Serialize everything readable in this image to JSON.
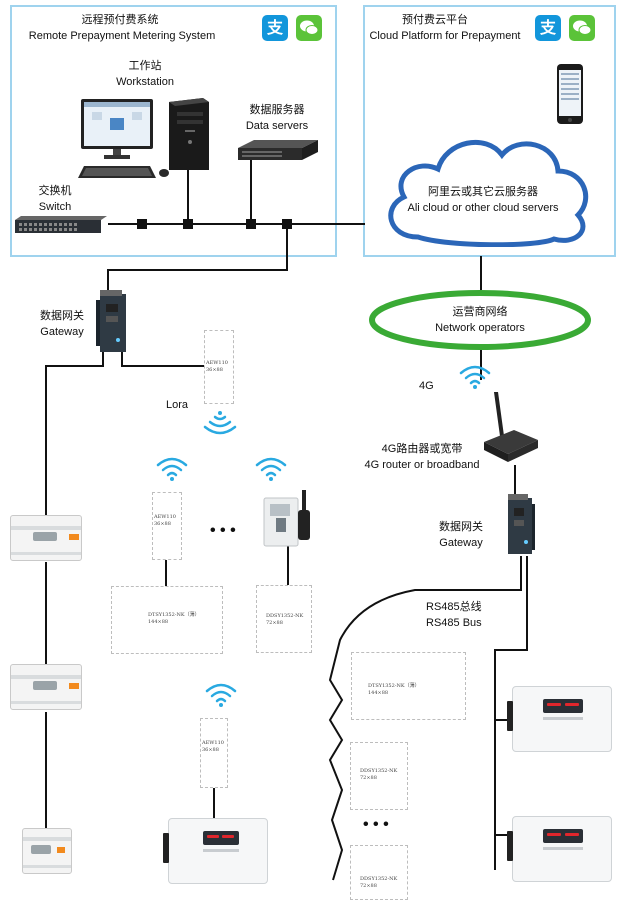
{
  "left_panel": {
    "title_cn": "远程预付费系统",
    "title_en": "Remote Prepayment Metering System",
    "workstation_cn": "工作站",
    "workstation_en": "Workstation",
    "data_servers_cn": "数据服务器",
    "data_servers_en": "Data servers",
    "switch_cn": "交换机",
    "switch_en": "Switch"
  },
  "right_panel": {
    "title_cn": "预付费云平台",
    "title_en": "Cloud Platform for Prepayment",
    "cloud_cn": "阿里云或其它云服务器",
    "cloud_en": "Ali cloud or other cloud servers"
  },
  "network": {
    "operators_cn": "运营商网络",
    "operators_en": "Network operators",
    "label_4g": "4G",
    "router_cn": "4G路由器或宽带",
    "router_en": "4G router or broadband"
  },
  "gateway_left": {
    "cn": "数据网关",
    "en": "Gateway"
  },
  "gateway_right": {
    "cn": "数据网关",
    "en": "Gateway"
  },
  "lora_label": "Lora",
  "rs485": {
    "cn": "RS485总线",
    "en": "RS485 Bus"
  },
  "ellipsis": "• • •",
  "dashed_boxes": {
    "aew_top": {
      "name": "AEW110",
      "size": "36×88"
    },
    "aew_mid": {
      "name": "AEW110",
      "size": "36×88"
    },
    "aew_bottom": {
      "name": "AEW110",
      "size": "36×88"
    },
    "ddsy_left_big": {
      "name": "DTSY1352-NK（薄）",
      "size": "144×88"
    },
    "ddsy_left_small": {
      "name": "DDSY1352-NK",
      "size": "72×88"
    },
    "ddsy_right_big": {
      "name": "DTSY1352-NK（薄）",
      "size": "144×88"
    },
    "ddsy_right_mid": {
      "name": "DDSY1352-NK",
      "size": "72×88"
    },
    "ddsy_right_bottom": {
      "name": "DDSY1352-NK",
      "size": "72×88"
    }
  },
  "colors": {
    "panel_border": "#9fd3ee",
    "wifi": "#29a9e1",
    "network_ring": "#3aaa35",
    "cloud_stroke": "#2b66b8",
    "alipay": "#1296db",
    "wechat": "#5bc339"
  },
  "icons": [
    "alipay-icon",
    "wechat-icon",
    "wifi-icon",
    "cloud-icon",
    "phone-icon",
    "router-icon"
  ]
}
